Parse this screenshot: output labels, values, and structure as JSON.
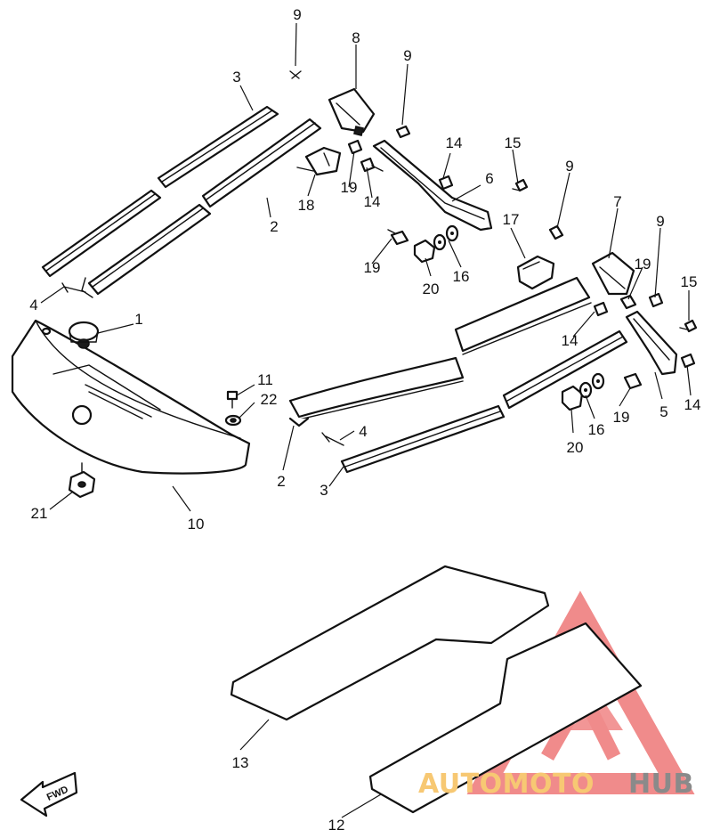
{
  "diagram": {
    "callouts": {
      "c9a": "9",
      "c8": "8",
      "c9b": "9",
      "c3a": "3",
      "c14a": "14",
      "c15a": "15",
      "c6": "6",
      "c19a": "19",
      "c14b": "14",
      "c18": "18",
      "c2a": "2",
      "c17": "17",
      "c9c": "9",
      "c7": "7",
      "c9d": "9",
      "c19b": "19",
      "c20a": "20",
      "c16a": "16",
      "c4a": "4",
      "c1": "1",
      "c19c": "19",
      "c15b": "15",
      "c14c": "14",
      "c11": "11",
      "c22": "22",
      "c14d": "14",
      "c5": "5",
      "c4b": "4",
      "c16b": "16",
      "c19d": "19",
      "c20b": "20",
      "c2b": "2",
      "c3b": "3",
      "c21": "21",
      "c10": "10",
      "c13": "13",
      "c12": "12"
    },
    "fwd_label": "FWD",
    "watermark": {
      "text_left": "AUTOMOTO",
      "text_right": "HUB",
      "color_left": "#f7c873",
      "color_right": "#8a8a8a",
      "logo_color": "#ee7777"
    }
  }
}
